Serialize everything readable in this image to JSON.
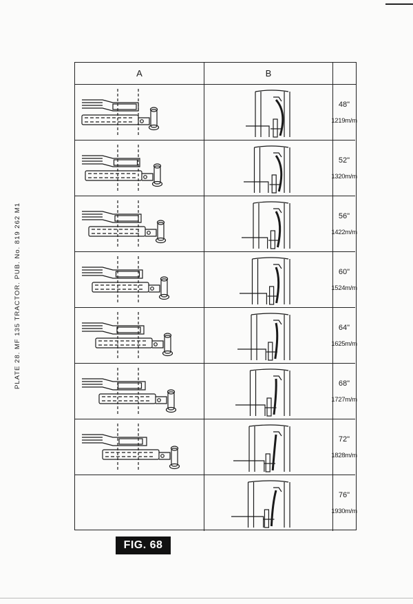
{
  "document": {
    "side_caption": "PLATE 28.  MF 135 TRACTOR.  PUB. No. 819 262 M1",
    "figure_label": "FIG. 68"
  },
  "table": {
    "headers": {
      "a": "A",
      "b": "B"
    },
    "rows": [
      {
        "inch": "48\"",
        "mm": "1219m/m",
        "has_diagram_a": true
      },
      {
        "inch": "52\"",
        "mm": "1320m/m",
        "has_diagram_a": true
      },
      {
        "inch": "56\"",
        "mm": "1422m/m",
        "has_diagram_a": true
      },
      {
        "inch": "60\"",
        "mm": "1524m/m",
        "has_diagram_a": true
      },
      {
        "inch": "64\"",
        "mm": "1625m/m",
        "has_diagram_a": true
      },
      {
        "inch": "68\"",
        "mm": "1727m/m",
        "has_diagram_a": true
      },
      {
        "inch": "72\"",
        "mm": "1828m/m",
        "has_diagram_a": true
      },
      {
        "inch": "76\"",
        "mm": "1930m/m",
        "has_diagram_a": false
      }
    ]
  }
}
